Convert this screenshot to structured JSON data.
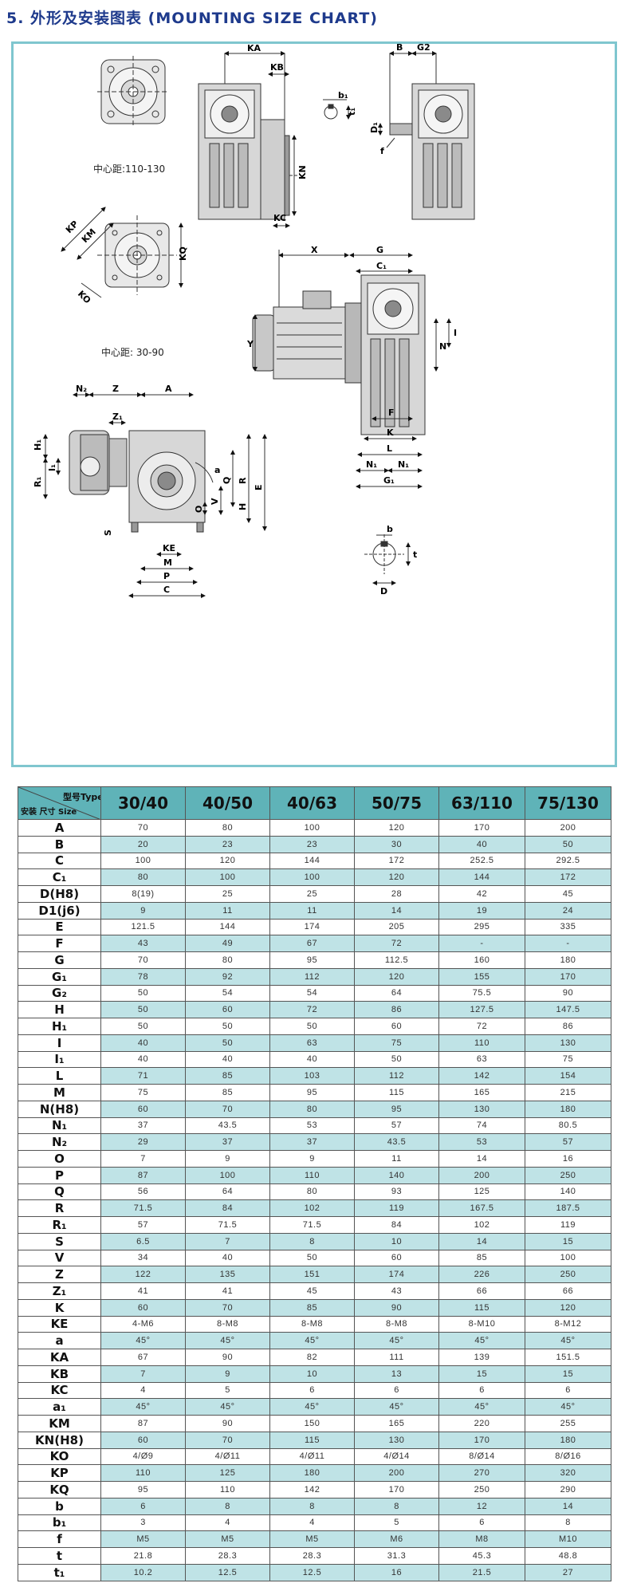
{
  "title": "5. 外形及安装图表 (MOUNTING SIZE CHART)",
  "drawing": {
    "captions": {
      "center_a": "中心距:110-130",
      "center_b": "中心距: 30-90"
    },
    "labels": {
      "KA": "KA",
      "KB": "KB",
      "KN": "KN",
      "KC": "KC",
      "B": "B",
      "G2": "G2",
      "b1": "b₁",
      "t1": "t₁",
      "D1": "D₁",
      "f": "f",
      "KP": "KP",
      "KM": "KM",
      "KQ": "KQ",
      "KO": "KO",
      "X": "X",
      "G": "G",
      "C1": "C₁",
      "Y": "Y",
      "I": "I",
      "N": "N",
      "F": "F",
      "K": "K",
      "L": "L",
      "N1a": "N₁",
      "N1b": "N₁",
      "G1": "G₁",
      "N2": "N₂",
      "Z": "Z",
      "A": "A",
      "Z1": "Z₁",
      "H1": "H₁",
      "R1": "R₁",
      "I1": "I₁",
      "a": "a",
      "Q": "Q",
      "R": "R",
      "V": "V",
      "O": "O",
      "H": "H",
      "E": "E",
      "S": "S",
      "KE": "KE",
      "M": "M",
      "P": "P",
      "C": "C",
      "b": "b",
      "t": "t",
      "D": "D"
    }
  },
  "table": {
    "corner_type": "型号Type",
    "corner_size": "安装 尺寸 Size",
    "columns": [
      "30/40",
      "40/50",
      "40/63",
      "50/75",
      "63/110",
      "75/130"
    ],
    "rows": [
      {
        "label": "A",
        "values": [
          "70",
          "80",
          "100",
          "120",
          "170",
          "200"
        ]
      },
      {
        "label": "B",
        "values": [
          "20",
          "23",
          "23",
          "30",
          "40",
          "50"
        ]
      },
      {
        "label": "C",
        "values": [
          "100",
          "120",
          "144",
          "172",
          "252.5",
          "292.5"
        ]
      },
      {
        "label": "C₁",
        "values": [
          "80",
          "100",
          "100",
          "120",
          "144",
          "172"
        ]
      },
      {
        "label": "D(H8)",
        "values": [
          "8(19)",
          "25",
          "25",
          "28",
          "42",
          "45"
        ]
      },
      {
        "label": "D1(j6)",
        "values": [
          "9",
          "11",
          "11",
          "14",
          "19",
          "24"
        ]
      },
      {
        "label": "E",
        "values": [
          "121.5",
          "144",
          "174",
          "205",
          "295",
          "335"
        ]
      },
      {
        "label": "F",
        "values": [
          "43",
          "49",
          "67",
          "72",
          "-",
          "-"
        ]
      },
      {
        "label": "G",
        "values": [
          "70",
          "80",
          "95",
          "112.5",
          "160",
          "180"
        ]
      },
      {
        "label": "G₁",
        "values": [
          "78",
          "92",
          "112",
          "120",
          "155",
          "170"
        ]
      },
      {
        "label": "G₂",
        "values": [
          "50",
          "54",
          "54",
          "64",
          "75.5",
          "90"
        ]
      },
      {
        "label": "H",
        "values": [
          "50",
          "60",
          "72",
          "86",
          "127.5",
          "147.5"
        ]
      },
      {
        "label": "H₁",
        "values": [
          "50",
          "50",
          "50",
          "60",
          "72",
          "86"
        ]
      },
      {
        "label": "I",
        "values": [
          "40",
          "50",
          "63",
          "75",
          "110",
          "130"
        ]
      },
      {
        "label": "I₁",
        "values": [
          "40",
          "40",
          "40",
          "50",
          "63",
          "75"
        ]
      },
      {
        "label": "L",
        "values": [
          "71",
          "85",
          "103",
          "112",
          "142",
          "154"
        ]
      },
      {
        "label": "M",
        "values": [
          "75",
          "85",
          "95",
          "115",
          "165",
          "215"
        ]
      },
      {
        "label": "N(H8)",
        "values": [
          "60",
          "70",
          "80",
          "95",
          "130",
          "180"
        ]
      },
      {
        "label": "N₁",
        "values": [
          "37",
          "43.5",
          "53",
          "57",
          "74",
          "80.5"
        ]
      },
      {
        "label": "N₂",
        "values": [
          "29",
          "37",
          "37",
          "43.5",
          "53",
          "57"
        ]
      },
      {
        "label": "O",
        "values": [
          "7",
          "9",
          "9",
          "11",
          "14",
          "16"
        ]
      },
      {
        "label": "P",
        "values": [
          "87",
          "100",
          "110",
          "140",
          "200",
          "250"
        ]
      },
      {
        "label": "Q",
        "values": [
          "56",
          "64",
          "80",
          "93",
          "125",
          "140"
        ]
      },
      {
        "label": "R",
        "values": [
          "71.5",
          "84",
          "102",
          "119",
          "167.5",
          "187.5"
        ]
      },
      {
        "label": "R₁",
        "values": [
          "57",
          "71.5",
          "71.5",
          "84",
          "102",
          "119"
        ]
      },
      {
        "label": "S",
        "values": [
          "6.5",
          "7",
          "8",
          "10",
          "14",
          "15"
        ]
      },
      {
        "label": "V",
        "values": [
          "34",
          "40",
          "50",
          "60",
          "85",
          "100"
        ]
      },
      {
        "label": "Z",
        "values": [
          "122",
          "135",
          "151",
          "174",
          "226",
          "250"
        ]
      },
      {
        "label": "Z₁",
        "values": [
          "41",
          "41",
          "45",
          "43",
          "66",
          "66"
        ]
      },
      {
        "label": "K",
        "values": [
          "60",
          "70",
          "85",
          "90",
          "115",
          "120"
        ]
      },
      {
        "label": "KE",
        "values": [
          "4-M6",
          "8-M8",
          "8-M8",
          "8-M8",
          "8-M10",
          "8-M12"
        ]
      },
      {
        "label": "a",
        "values": [
          "45°",
          "45°",
          "45°",
          "45°",
          "45°",
          "45°"
        ]
      },
      {
        "label": "KA",
        "values": [
          "67",
          "90",
          "82",
          "111",
          "139",
          "151.5"
        ]
      },
      {
        "label": "KB",
        "values": [
          "7",
          "9",
          "10",
          "13",
          "15",
          "15"
        ]
      },
      {
        "label": "KC",
        "values": [
          "4",
          "5",
          "6",
          "6",
          "6",
          "6"
        ]
      },
      {
        "label": "a₁",
        "values": [
          "45°",
          "45°",
          "45°",
          "45°",
          "45°",
          "45°"
        ]
      },
      {
        "label": "KM",
        "values": [
          "87",
          "90",
          "150",
          "165",
          "220",
          "255"
        ]
      },
      {
        "label": "KN(H8)",
        "values": [
          "60",
          "70",
          "115",
          "130",
          "170",
          "180"
        ]
      },
      {
        "label": "KO",
        "values": [
          "4/Ø9",
          "4/Ø11",
          "4/Ø11",
          "4/Ø14",
          "8/Ø14",
          "8/Ø16"
        ]
      },
      {
        "label": "KP",
        "values": [
          "110",
          "125",
          "180",
          "200",
          "270",
          "320"
        ]
      },
      {
        "label": "KQ",
        "values": [
          "95",
          "110",
          "142",
          "170",
          "250",
          "290"
        ]
      },
      {
        "label": "b",
        "values": [
          "6",
          "8",
          "8",
          "8",
          "12",
          "14"
        ]
      },
      {
        "label": "b₁",
        "values": [
          "3",
          "4",
          "4",
          "5",
          "6",
          "8"
        ]
      },
      {
        "label": "f",
        "values": [
          "M5",
          "M5",
          "M5",
          "M6",
          "M8",
          "M10"
        ]
      },
      {
        "label": "t",
        "values": [
          "21.8",
          "28.3",
          "28.3",
          "31.3",
          "45.3",
          "48.8"
        ]
      },
      {
        "label": "t₁",
        "values": [
          "10.2",
          "12.5",
          "12.5",
          "16",
          "21.5",
          "27"
        ]
      }
    ]
  }
}
